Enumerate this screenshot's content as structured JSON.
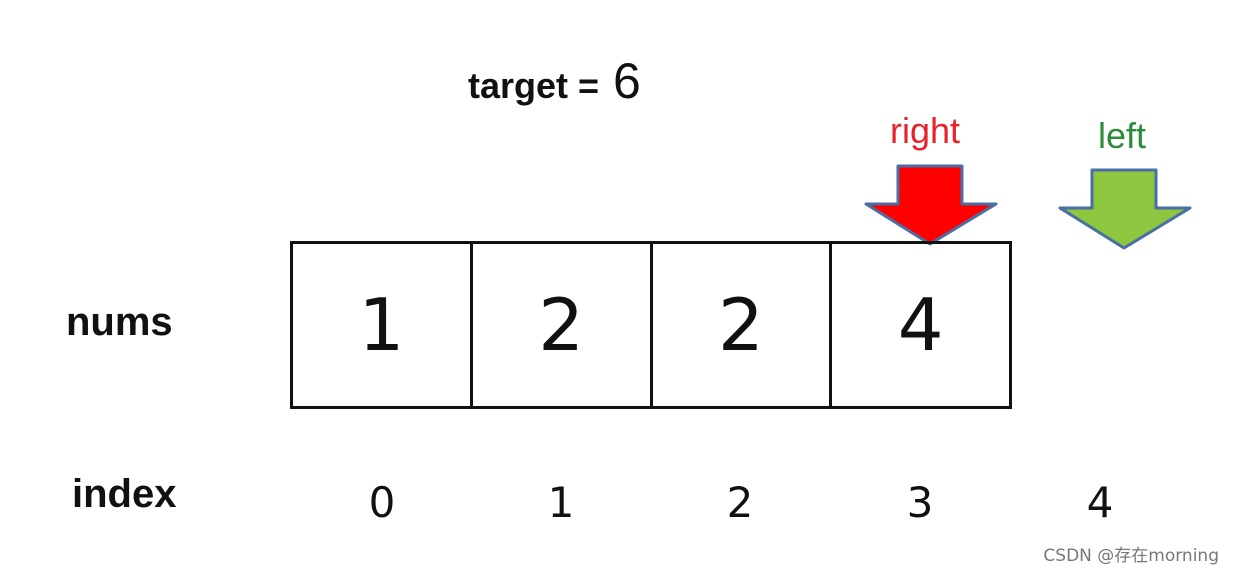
{
  "target": {
    "label": "target =",
    "value": "6"
  },
  "rows": {
    "nums_label": "nums",
    "index_label": "index"
  },
  "nums": [
    "1",
    "2",
    "2",
    "4"
  ],
  "indices": [
    "0",
    "1",
    "2",
    "3",
    "4"
  ],
  "pointers": {
    "right": {
      "label": "right",
      "color": "#e8212b",
      "arrow_color": "#ff0000",
      "index": 3
    },
    "left": {
      "label": "left",
      "color": "#2e8b3e",
      "arrow_color": "#8dc63f",
      "index": 4
    },
    "outline_color": "#4a6fa5"
  },
  "watermark": "CSDN @存在morning"
}
